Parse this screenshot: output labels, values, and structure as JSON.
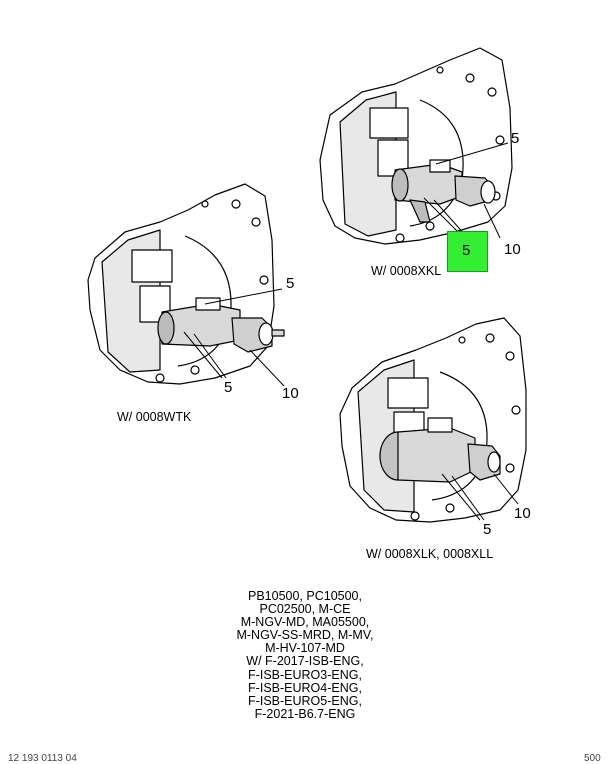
{
  "views": {
    "top_right": {
      "caption": "W/ 0008XKL",
      "callout_a": "5",
      "callout_b": "5",
      "callout_c": "10"
    },
    "left": {
      "caption": "W/ 0008WTK",
      "callout_a": "5",
      "callout_b": "5",
      "callout_c": "10"
    },
    "bottom_right": {
      "caption": "W/ 0008XLK, 0008XLL",
      "callout_a": "5",
      "callout_b": "10"
    }
  },
  "highlight": {
    "color": "#33ee33"
  },
  "applicability": [
    "PB10500, PC10500,",
    "PC02500, M-CE",
    "M-NGV-MD, MA05500,",
    "M-NGV-SS-MRD, M-MV,",
    "M-HV-107-MD",
    "W/ F-2017-ISB-ENG,",
    "F-ISB-EURO3-ENG,",
    "F-ISB-EURO4-ENG,",
    "F-ISB-EURO5-ENG,",
    "F-2021-B6.7-ENG"
  ],
  "footer": {
    "left": "12 193 0113 04",
    "right": "500"
  }
}
